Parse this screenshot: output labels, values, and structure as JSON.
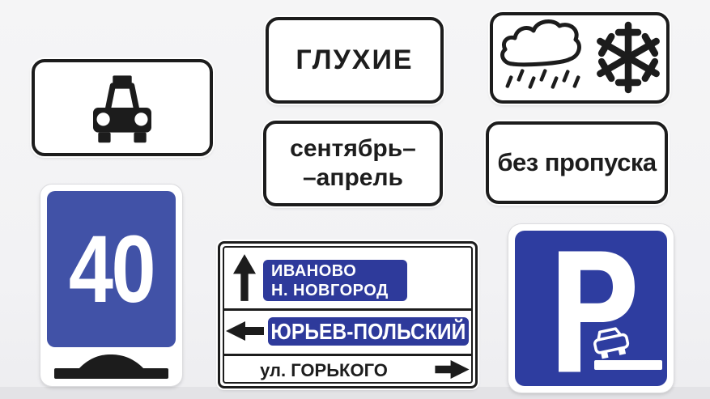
{
  "colors": {
    "background": "#f3f3f4",
    "sign_border_black": "#1c1c1c",
    "speed_sign_blue": "#4152a7",
    "parking_sign_blue": "#2e3da0",
    "destination_plate_blue": "#2e3a9b",
    "sign_white": "#ffffff"
  },
  "icons": {
    "taxi": "taxi-car-front-icon",
    "weather_left": "rain-cloud-icon",
    "weather_right": "snowflake-icon",
    "speed_bump": "speed-bump-icon",
    "parking_car": "car-on-kerb-icon",
    "dir_row1": "up-arrow-icon",
    "dir_row2": "left-arrow-icon",
    "dir_row3": "right-arrow-icon"
  },
  "plates": {
    "gluhie": {
      "text": "ГЛУХИЕ"
    },
    "months": {
      "line1": "сентябрь–",
      "line2": "–апрель"
    },
    "propusk": {
      "text": "без пропуска"
    }
  },
  "speed_sign": {
    "value": "40"
  },
  "parking_sign": {
    "letter": "P"
  },
  "direction_sign": {
    "row1": {
      "line1": "ИВАНОВО",
      "line2": "Н. НОВГОРОД"
    },
    "row2": {
      "text": "ЮРЬЕВ-ПОЛЬСКИЙ"
    },
    "row3": {
      "text": "ул. ГОРЬКОГО"
    }
  }
}
